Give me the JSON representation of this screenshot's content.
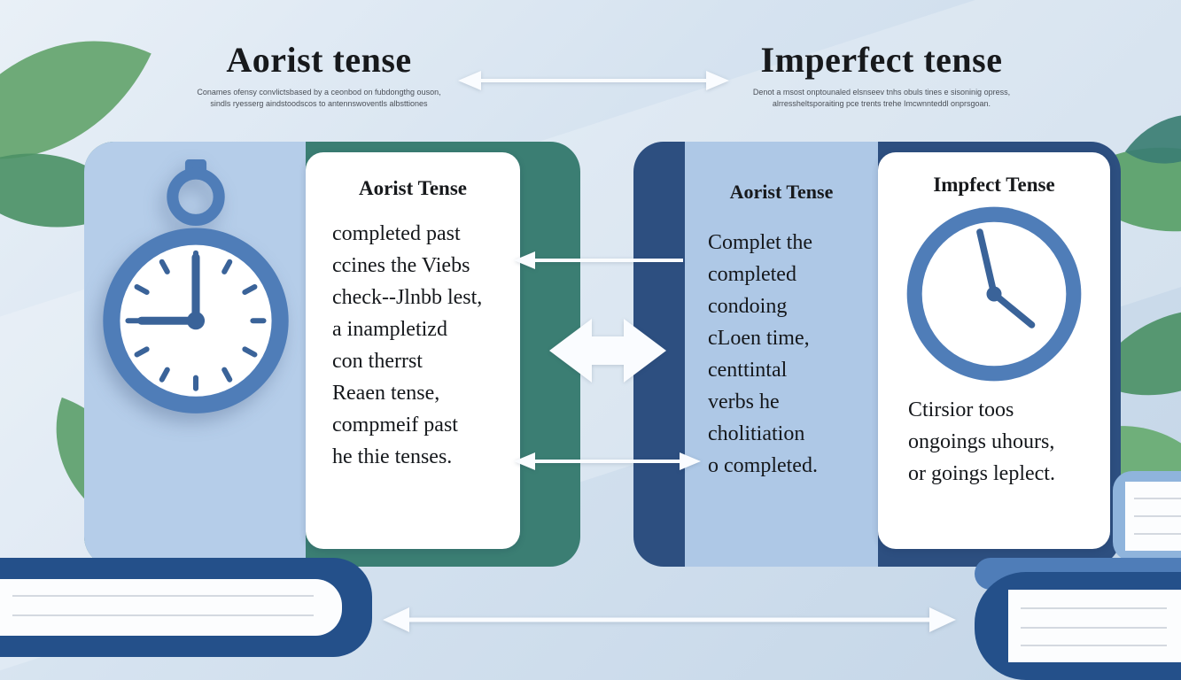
{
  "header": {
    "left": {
      "title": "Aorist tense",
      "subtitle_line1": "Conames ofensy convlictsbased by a ceonbod on fubdongthg ouson,",
      "subtitle_line2": "sindls ryesserg aindstoodscos to antennswoventls albsttiones"
    },
    "right": {
      "title": "Imperfect tense",
      "subtitle_line1": "Denot a msost onptounaled elsnseev tnhs obuls tines e sisoninig opress,",
      "subtitle_line2": "alrressheltsporaiting pce trents trehe Imcwnnteddl onprsgoan."
    }
  },
  "left_panel": {
    "card_title": "Aorist Tense",
    "card_lines": [
      "completed past",
      "ccines the Viebs",
      "check--Jlnbb lest,",
      "a inampletizd",
      "con therrst",
      "Reaen tense,",
      "compmeif past",
      "he thie tenses."
    ]
  },
  "right_panel": {
    "inner_title": "Aorist Tense",
    "inner_lines": [
      "Complet the",
      "completed",
      "condoing",
      "cLoen time,",
      "centtintal",
      "verbs he",
      "cholitiation",
      "o completed."
    ],
    "card_title": "Impfect Tense",
    "card_lines": [
      "Ctirsior toos",
      "ongoings uhours,",
      "or goings leplect."
    ]
  },
  "icons": {
    "stopwatch": "stopwatch-icon",
    "wall_clock": "wall-clock-icon",
    "top_arrow": "double-headed-arrow",
    "mid_left_arrow": "left-arrow",
    "big_chevron": "bold-double-arrow",
    "mid_double_arrow": "double-headed-arrow",
    "bottom_arrow": "double-headed-arrow"
  },
  "colors": {
    "teal_panel": "#3b7e73",
    "navy_panel": "#2d4f80",
    "light_blue": "#b5cde9",
    "clock_blue": "#4f7db8",
    "clock_dark_blue": "#3a6399",
    "arrow_white": "#fafcff",
    "book_navy": "#24508a"
  }
}
